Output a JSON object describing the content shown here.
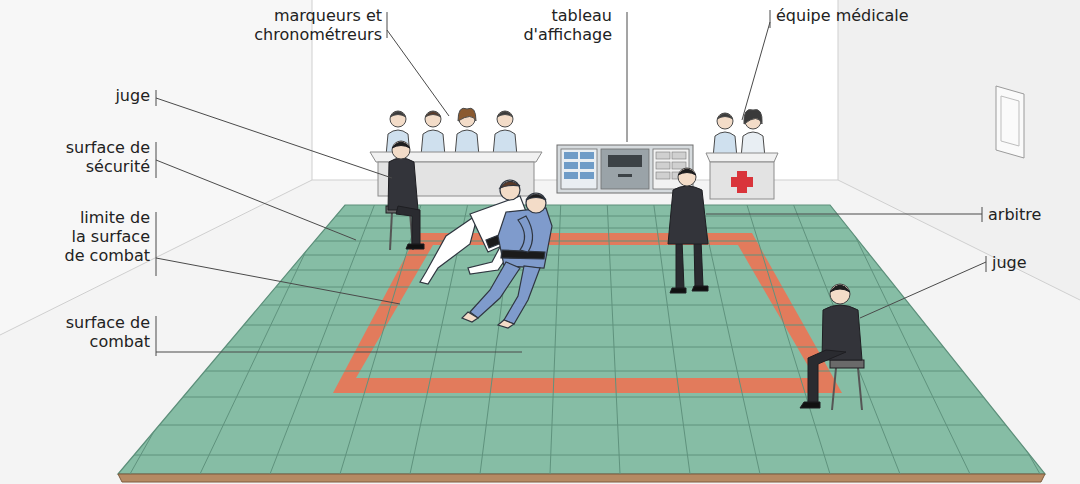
{
  "diagram": {
    "labels": [
      "marqueurs et chronométreurs",
      "tableau d'affichage",
      "équipe médicale",
      "juge",
      "surface de sécurité",
      "limite de la surface de combat",
      "surface de combat",
      "arbitre",
      "juge"
    ]
  }
}
